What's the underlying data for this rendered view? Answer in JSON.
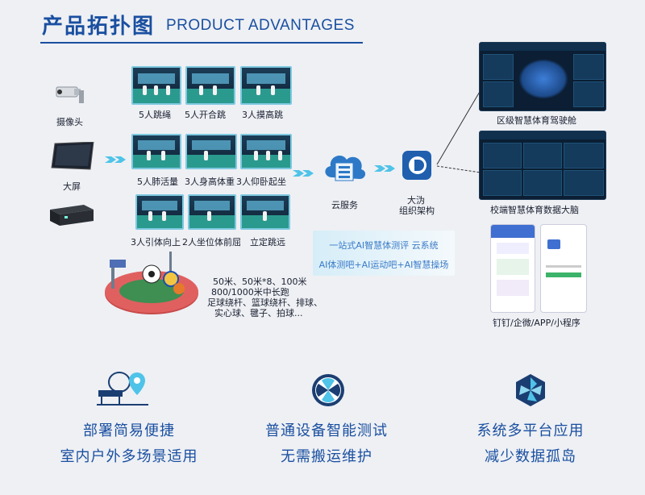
{
  "header": {
    "title_cn": "产品拓扑图",
    "title_en": "PRODUCT ADVANTAGES"
  },
  "devices": [
    {
      "icon": "camera-icon",
      "label": "摄像头"
    },
    {
      "icon": "screen-icon",
      "label": "大屏"
    },
    {
      "icon": "server-box-icon",
      "label": ""
    }
  ],
  "scenes": {
    "row1": [
      "5人跳绳",
      "5人开合跳",
      "3人摸高跳"
    ],
    "row2": [
      "5人肺活量",
      "3人身高体重",
      "3人仰卧起坐"
    ],
    "row3": [
      "3人引体向上",
      "2人坐位体前屈",
      "立定跳远"
    ]
  },
  "track_text": [
    "50米、50米*8、100米",
    "800/1000米中长跑",
    "足球绕杆、篮球绕杆、排球、",
    "实心球、毽子、拍球..."
  ],
  "cloud": {
    "icon": "cloud-server-icon",
    "label": "云服务"
  },
  "org": {
    "icon": "org-logo-icon",
    "label_line1": "大沩",
    "label_line2": "组织架构"
  },
  "infobox": {
    "line1": "一站式AI智慧体测评 云系统",
    "line2": "AI体测吧+AI运动吧+AI智慧操场"
  },
  "outputs": {
    "dashboard1": "区级智慧体育驾驶舱",
    "dashboard2": "校端智慧体育数据大脑",
    "apps": "钉钉/企微/APP/小程序"
  },
  "features": [
    {
      "icon": "bench-location-icon",
      "line1": "部署简易便捷",
      "line2": "室内户外多场景适用"
    },
    {
      "icon": "fan-device-icon",
      "line1": "普通设备智能测试",
      "line2": "无需搬运维护"
    },
    {
      "icon": "platform-star-icon",
      "line1": "系统多平台应用",
      "line2": "减少数据孤岛"
    }
  ],
  "colors": {
    "brand": "#1a4fa0",
    "arrow": "#4fc3e8",
    "infotext": "#3a7bc8"
  }
}
